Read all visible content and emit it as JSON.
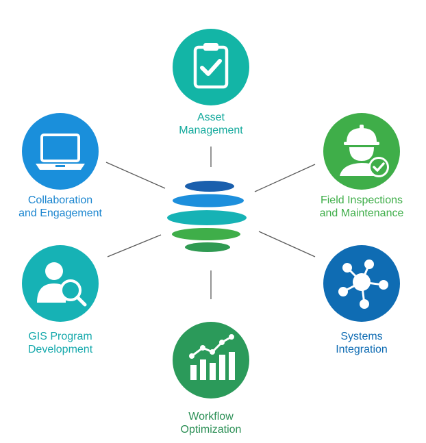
{
  "nodes": [
    {
      "id": "asset",
      "line1": "Asset",
      "line2": "Management",
      "color": "#13b5a6",
      "label_color": "#13a99c",
      "icon": "clipboard-check-icon"
    },
    {
      "id": "field",
      "line1": "Field Inspections",
      "line2": "and Maintenance",
      "color": "#3fae49",
      "label_color": "#3fae49",
      "icon": "worker-check-icon"
    },
    {
      "id": "systems",
      "line1": "Systems",
      "line2": "Integration",
      "color": "#0f6cb3",
      "label_color": "#0f6cb3",
      "icon": "network-node-icon"
    },
    {
      "id": "workflow",
      "line1": "Workflow",
      "line2": "Optimization",
      "color": "#2b9a5a",
      "label_color": "#2b8f55",
      "icon": "bar-chart-trend-icon"
    },
    {
      "id": "gis",
      "line1": "GIS Program",
      "line2": "Development",
      "color": "#16b2b5",
      "label_color": "#16a9ac",
      "icon": "user-search-icon"
    },
    {
      "id": "collab",
      "line1": "Collaboration",
      "line2": "and Engagement",
      "color": "#1a8fdb",
      "label_color": "#1a85cf",
      "icon": "laptop-icon"
    }
  ],
  "center": {
    "icon": "striped-globe-icon",
    "stripe_colors": [
      "#1a5fad",
      "#1d8fdc",
      "#16b2b5",
      "#3fae49",
      "#2f9a52"
    ]
  },
  "connector_color": "#5a5a5a"
}
